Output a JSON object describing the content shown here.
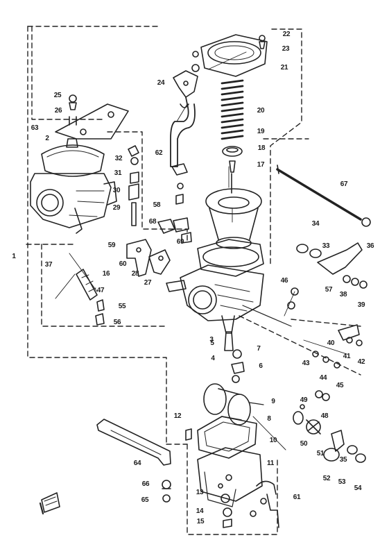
{
  "diagram": {
    "callouts": [
      "1",
      "2",
      "3",
      "4",
      "5",
      "6",
      "7",
      "8",
      "9",
      "10",
      "11",
      "12",
      "13",
      "14",
      "15",
      "16",
      "17",
      "18",
      "19",
      "20",
      "21",
      "22",
      "23",
      "24",
      "25",
      "26",
      "27",
      "28",
      "29",
      "30",
      "31",
      "32",
      "33",
      "34",
      "35",
      "36",
      "37",
      "38",
      "39",
      "40",
      "41",
      "42",
      "43",
      "44",
      "45",
      "46",
      "47",
      "48",
      "49",
      "50",
      "51",
      "52",
      "53",
      "54",
      "55",
      "56",
      "57",
      "58",
      "59",
      "60",
      "61",
      "62",
      "63",
      "64",
      "65",
      "66",
      "67",
      "68",
      "69"
    ]
  }
}
